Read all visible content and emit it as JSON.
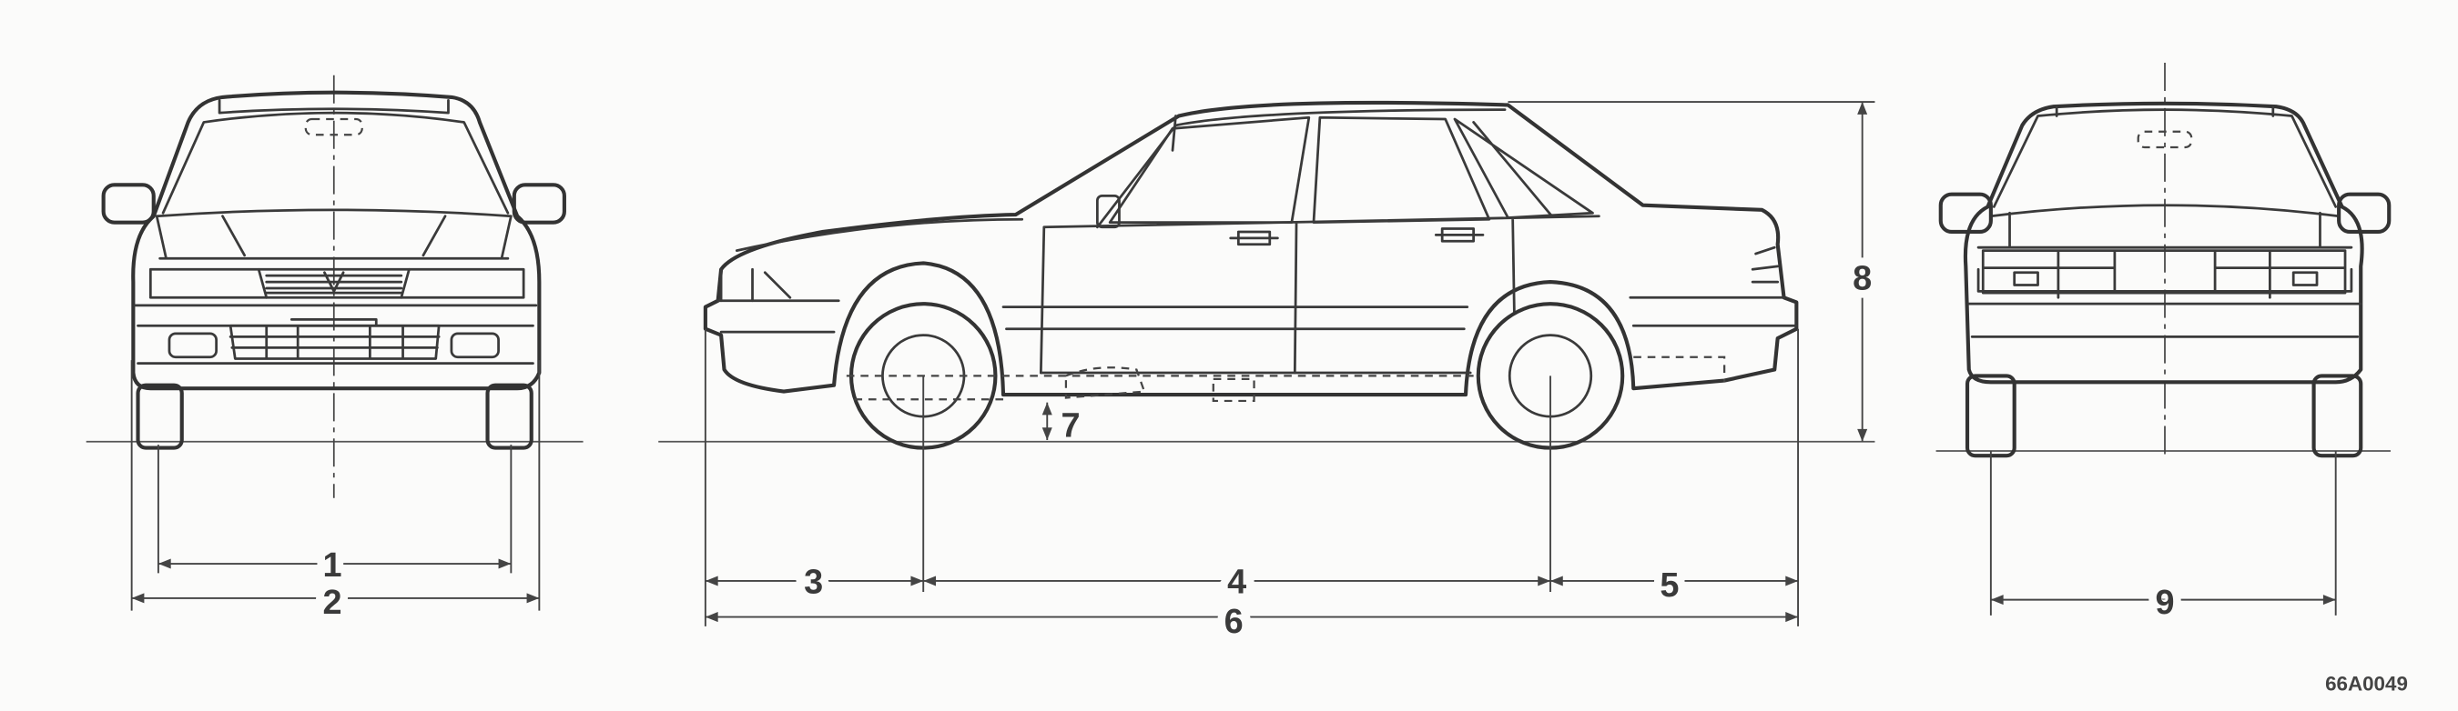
{
  "diagram": {
    "views": [
      "front",
      "side",
      "rear"
    ],
    "dimension_labels": {
      "d1": "1",
      "d2": "2",
      "d3": "3",
      "d4": "4",
      "d5": "5",
      "d6": "6",
      "d7": "7",
      "d8": "8",
      "d9": "9"
    },
    "figure_code": "66A0049",
    "line_color": "#3a3a3a",
    "background_color": "#fbfbfa"
  }
}
